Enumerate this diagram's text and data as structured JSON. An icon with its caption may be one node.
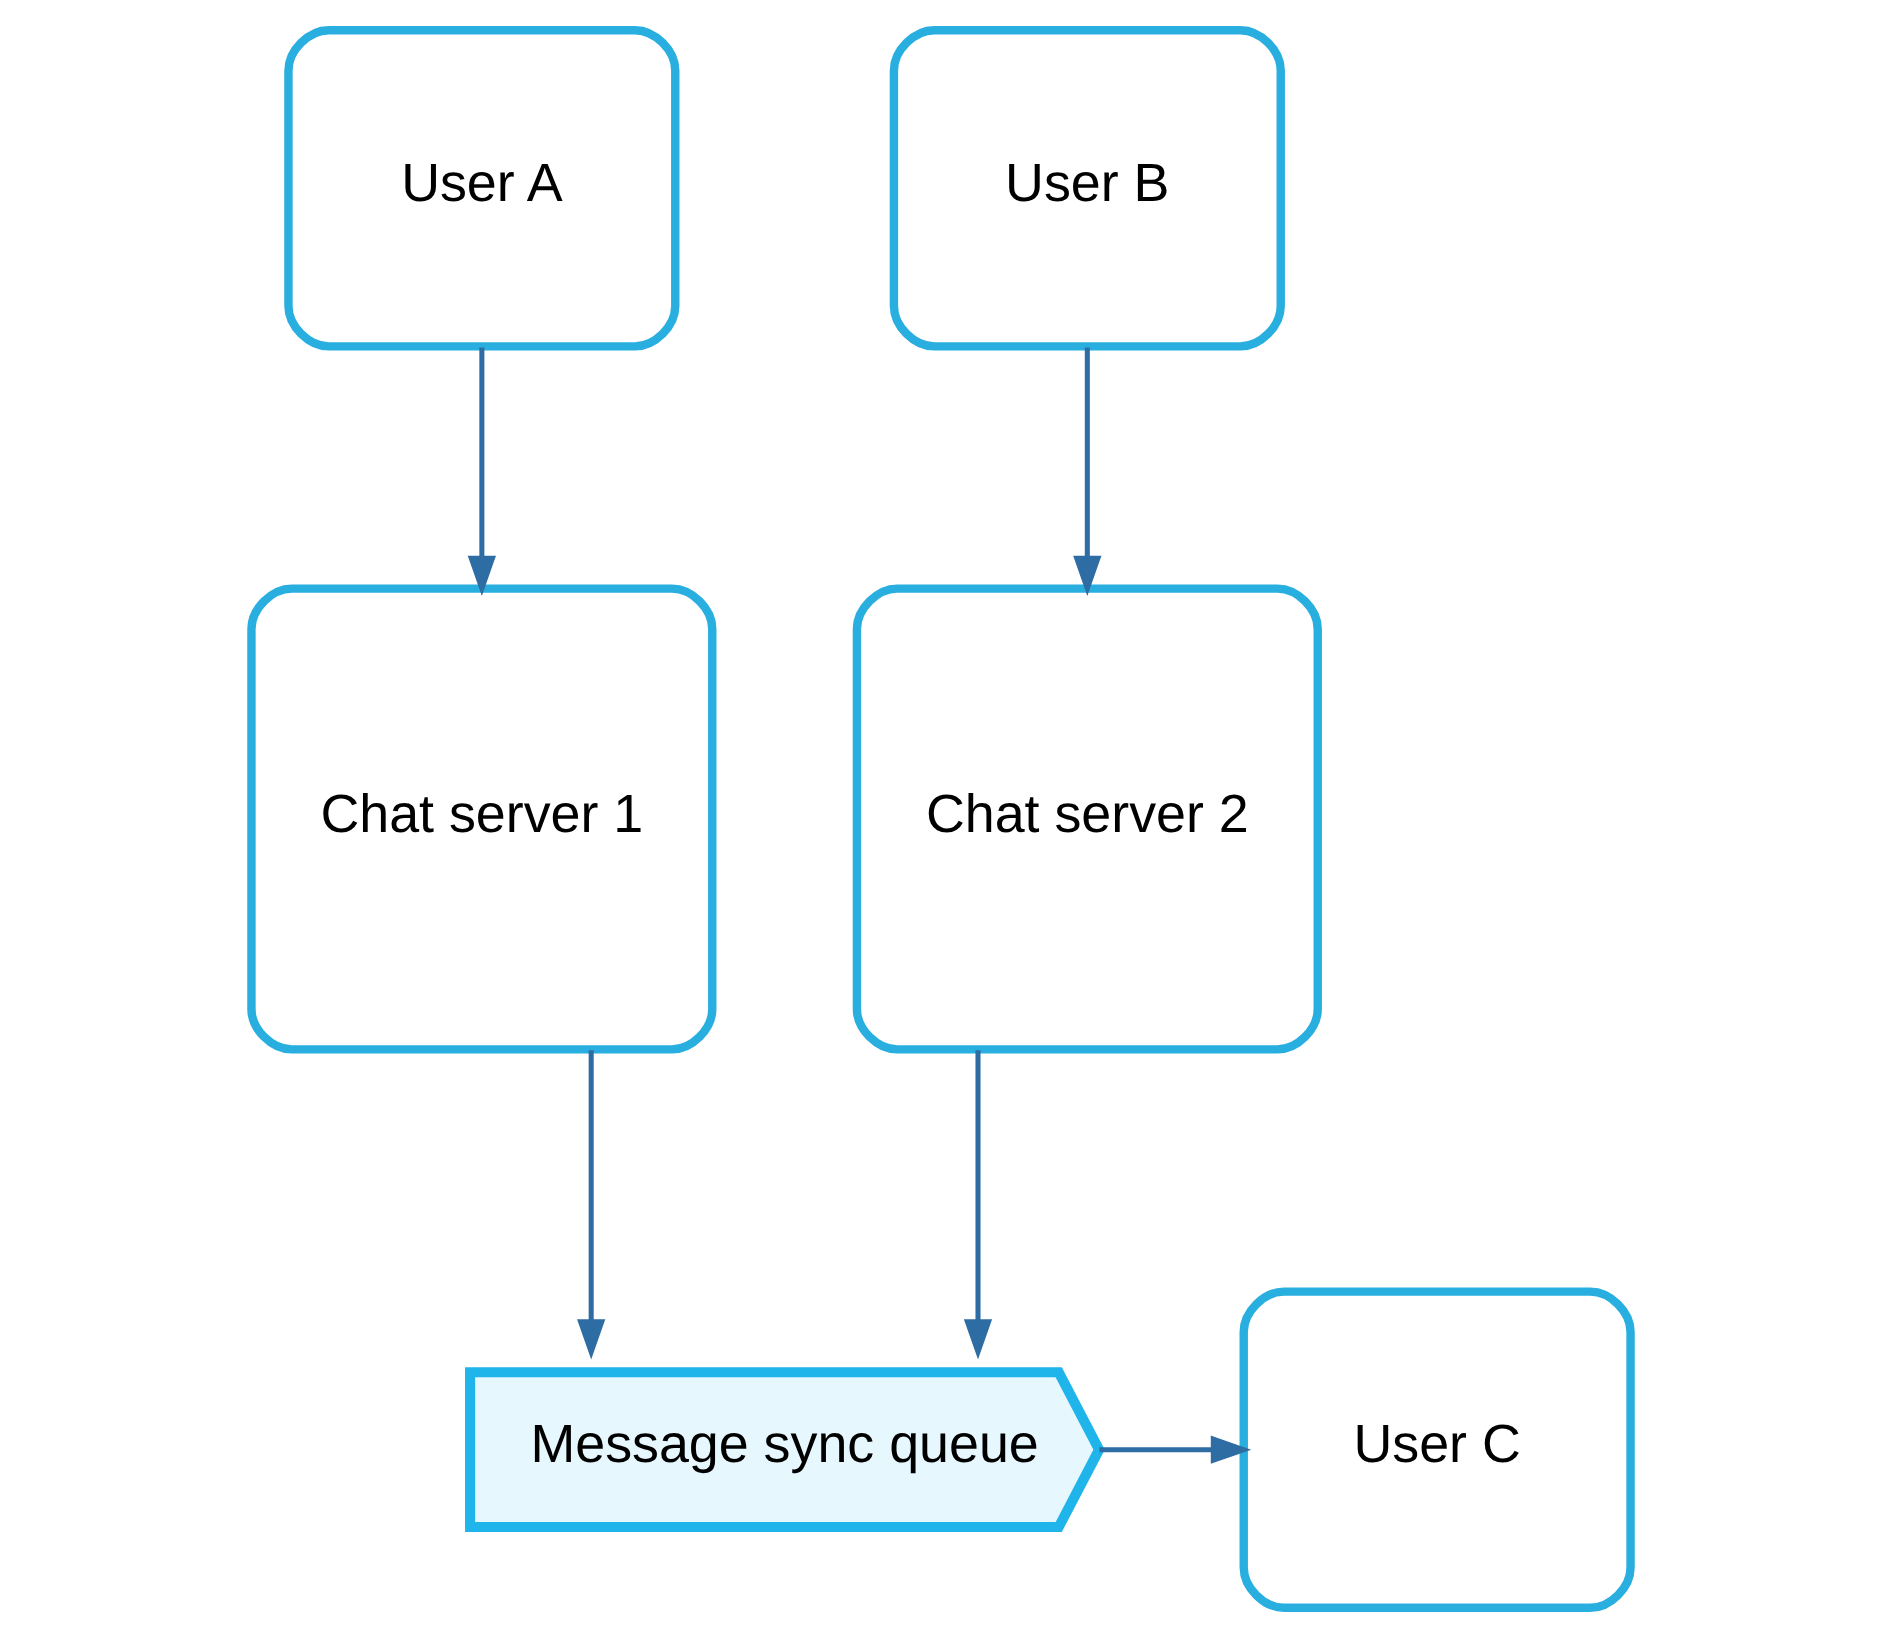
{
  "diagram": {
    "nodes": [
      {
        "text": [
          "User A"
        ]
      },
      {
        "text": [
          "User B"
        ]
      },
      {
        "text": [
          "Chat server 1"
        ]
      },
      {
        "text": [
          "Chat server 2"
        ]
      },
      {
        "text": [
          "Message sync queue"
        ]
      },
      {
        "text": [
          "User C"
        ]
      }
    ],
    "edges": [
      {
        "from": 0,
        "to": 2,
        "arrow": "to"
      },
      {
        "from": 1,
        "to": 3,
        "arrow": "to"
      },
      {
        "from": 2,
        "to": 4,
        "arrow": "to"
      },
      {
        "from": 3,
        "to": 4,
        "arrow": "to"
      },
      {
        "from": 4,
        "to": 5,
        "arrow": "to"
      }
    ]
  }
}
